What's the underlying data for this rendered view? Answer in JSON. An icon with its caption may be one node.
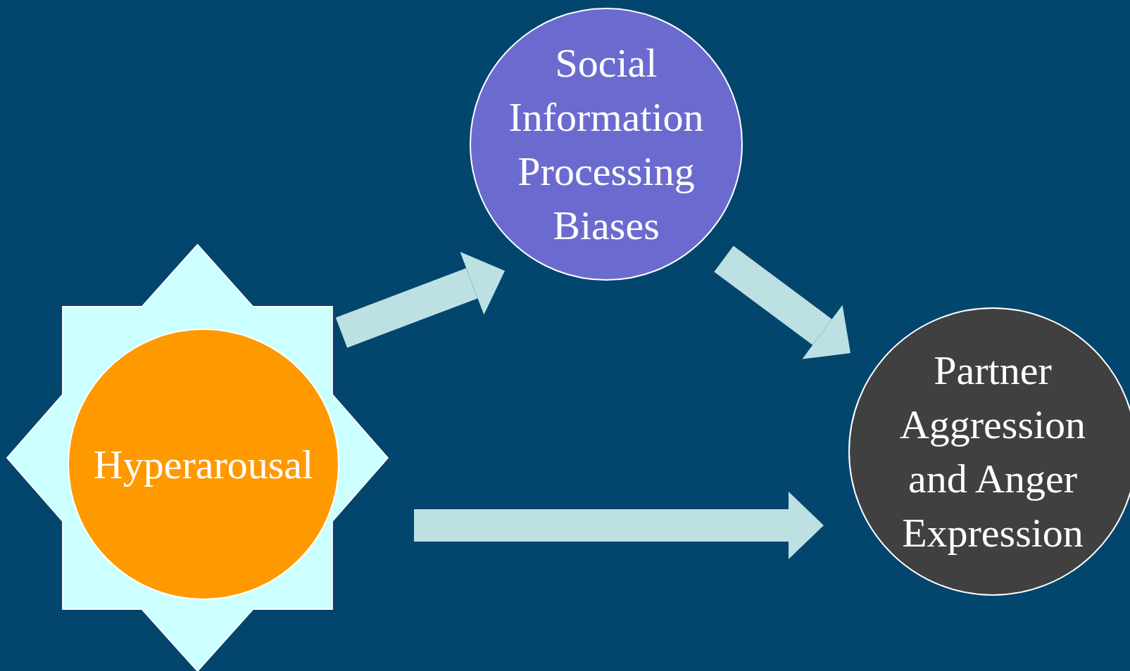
{
  "diagram": {
    "nodes": [
      {
        "text": [],
        "shape": "star"
      },
      {
        "text": [
          "Hyperarousal"
        ],
        "in": 0
      },
      {
        "text": [
          "Social Information Processing Biases"
        ]
      },
      {
        "text": [
          "Partner Aggression and Anger Expression"
        ]
      }
    ],
    "edges": [
      {
        "from": 0,
        "to": 2,
        "arrow": "to"
      },
      {
        "from": 2,
        "to": 3,
        "arrow": "to"
      },
      {
        "from": 0,
        "to": 3,
        "arrow": "to"
      }
    ]
  }
}
